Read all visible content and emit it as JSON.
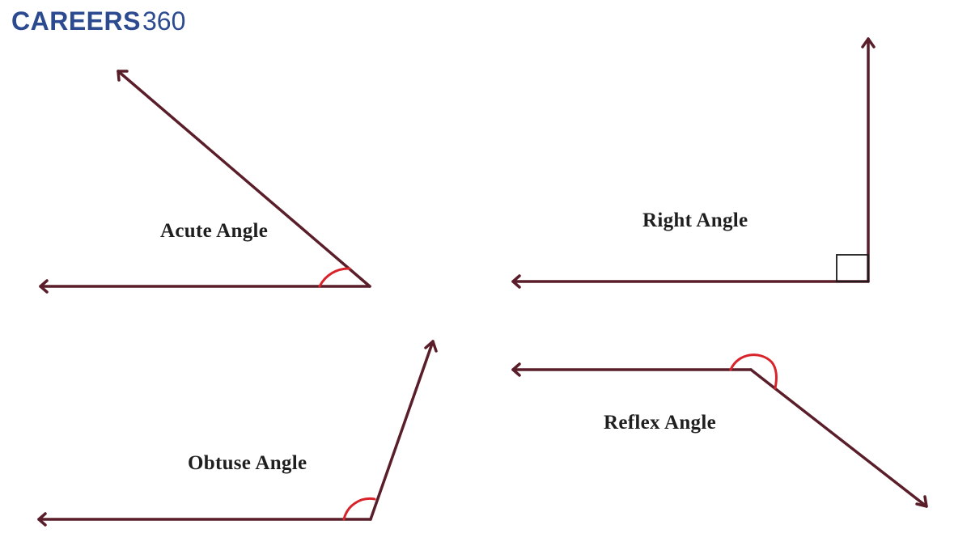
{
  "logo": {
    "word": "CAREERS",
    "number": "360",
    "color": "#2b4a8f"
  },
  "colors": {
    "ray": "#5a1e2a",
    "arc": "#d9232a",
    "square": "#1a1a1a",
    "label": "#1f1f1f"
  },
  "angles": [
    {
      "id": "acute",
      "label": "Acute Angle"
    },
    {
      "id": "right",
      "label": "Right Angle"
    },
    {
      "id": "obtuse",
      "label": "Obtuse Angle"
    },
    {
      "id": "reflex",
      "label": "Reflex Angle"
    }
  ]
}
